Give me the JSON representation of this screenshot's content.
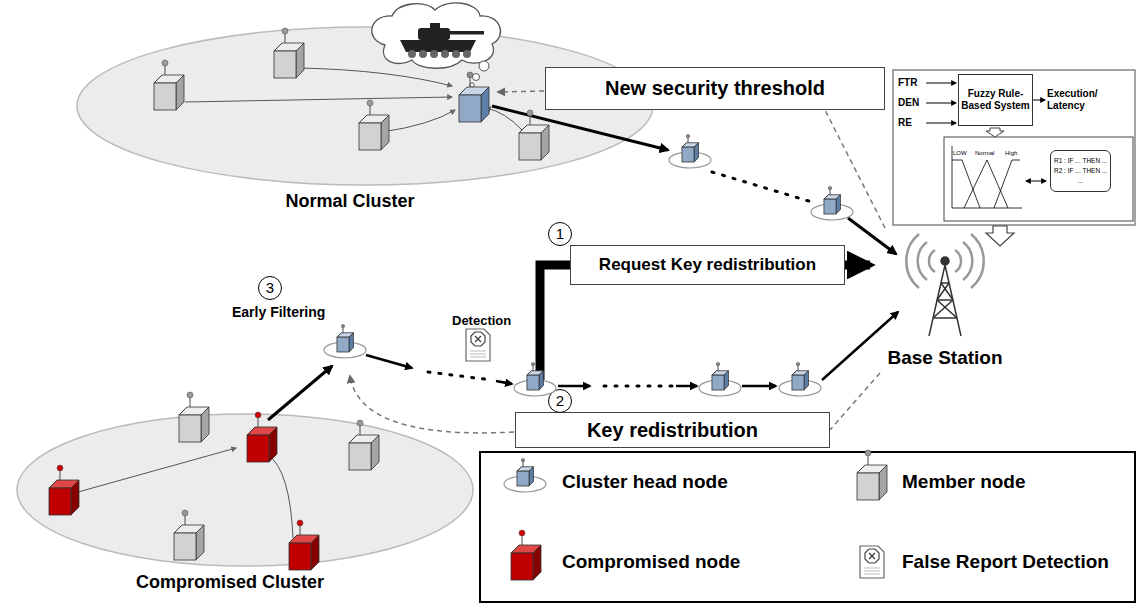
{
  "diagram": {
    "nodes": [
      {
        "text": [
          "Normal Cluster"
        ]
      },
      {
        "text": [
          "New security threshold"
        ]
      },
      {
        "text": [
          "Fuzzy Rule-Based System"
        ]
      },
      {
        "text": [
          "R1 : IF ... THEN ...",
          "R2 : IF ... THEN ...",
          "..."
        ]
      },
      {
        "text": [
          "Request Key redistribution"
        ]
      },
      {
        "text": [
          "Base Station"
        ]
      },
      {
        "text": [
          "Key redistribution"
        ]
      },
      {
        "text": [
          "Compromised Cluster"
        ]
      }
    ],
    "edges": [
      {
        "from": 4,
        "to": 5,
        "arrow": "to"
      },
      {
        "from": 5,
        "to": 1,
        "arrow": "none"
      },
      {
        "from": 5,
        "to": 6,
        "arrow": "none"
      }
    ],
    "labels": [
      "FTR",
      "DEN",
      "RE",
      "Execution/ Latency",
      "LOW",
      "Normal",
      "High",
      "3",
      "Early Filtering",
      "1",
      "Detection",
      "2"
    ],
    "legend": [
      {
        "text": "Cluster head node"
      },
      {
        "text": "Member node"
      },
      {
        "text": "Compromised node"
      },
      {
        "text": "False Report Detection"
      }
    ]
  }
}
